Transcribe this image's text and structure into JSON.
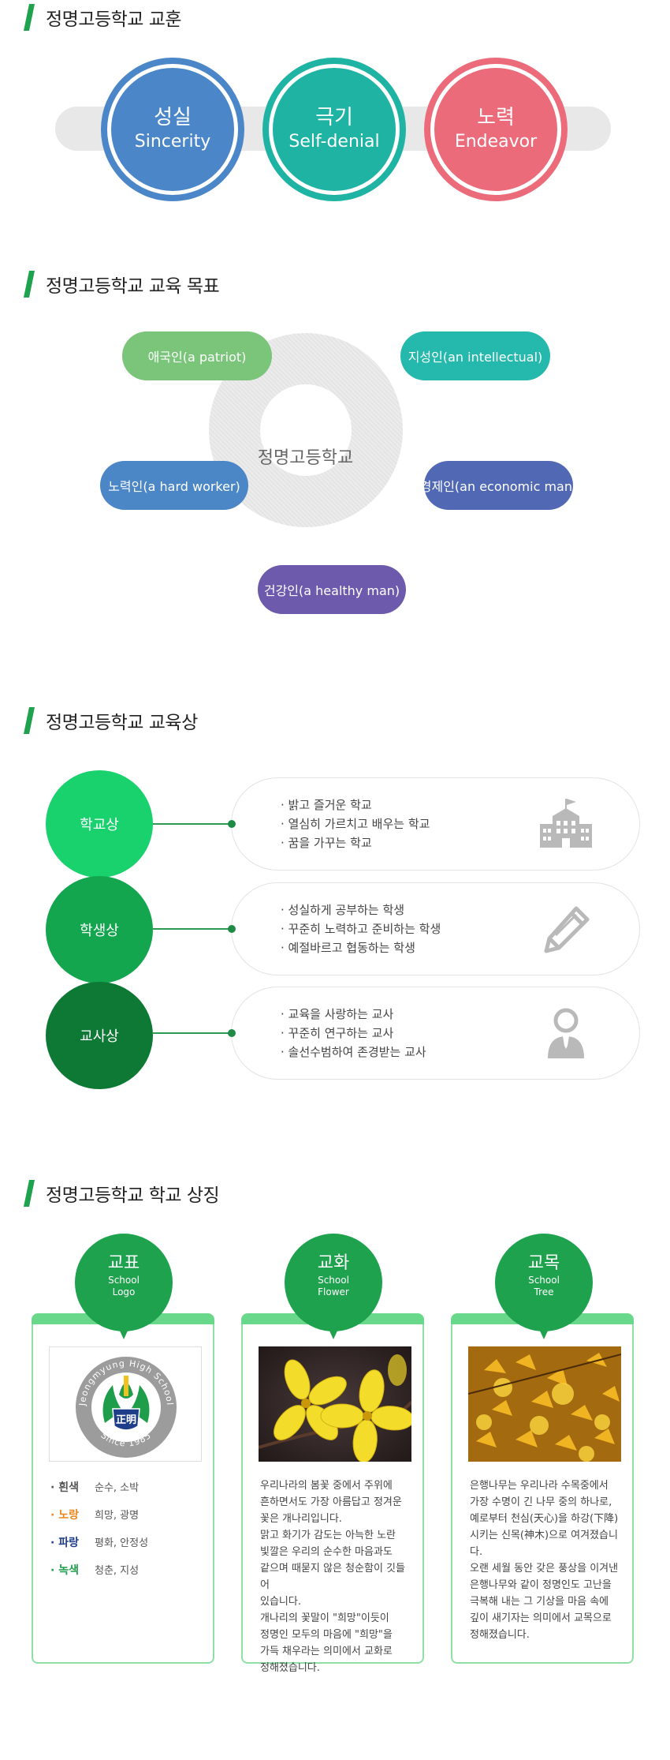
{
  "colors": {
    "accent_green": "#1ea24e",
    "motto_sincerity": "#4a86c8",
    "motto_selfdenial": "#1fb3a4",
    "motto_endeavor": "#ec6b7a",
    "goal_patriot": "#7ac57a",
    "goal_intellectual": "#25b8ac",
    "goal_hardworker": "#4b86c6",
    "goal_economic": "#5168b5",
    "goal_healthy": "#6d5aad",
    "ideal_school": "#19d16d",
    "ideal_student": "#13a64f",
    "ideal_teacher": "#0d7934"
  },
  "motto": {
    "title": "정명고등학교 교훈",
    "items": [
      {
        "ko": "성실",
        "en": "Sincerity"
      },
      {
        "ko": "극기",
        "en": "Self-denial"
      },
      {
        "ko": "노력",
        "en": "Endeavor"
      }
    ]
  },
  "goals": {
    "title": "정명고등학교 교육 목표",
    "center": "정명고등학교",
    "patriot": "애국인(a patriot)",
    "intellectual": "지성인(an intellectual)",
    "hard_worker": "노력인(a hard worker)",
    "economic": "경제인(an economic man)",
    "healthy": "건강인(a healthy man)"
  },
  "ideals": {
    "title": "정명고등학교 교육상",
    "items": [
      {
        "label": "학교상",
        "icon": "school-building-icon",
        "lines": [
          "· 밝고 즐거운 학교",
          "· 열심히 가르치고 배우는 학교",
          "· 꿈을 가꾸는 학교"
        ]
      },
      {
        "label": "학생상",
        "icon": "pencil-icon",
        "lines": [
          "· 성실하게 공부하는 학생",
          "· 꾸준히 노력하고 준비하는 학생",
          "· 예절바르고 협동하는 학생"
        ]
      },
      {
        "label": "교사상",
        "icon": "teacher-person-icon",
        "lines": [
          "· 교육을 사랑하는 교사",
          "· 꾸준히 연구하는 교사",
          "· 솔선수범하여 존경받는 교사"
        ]
      }
    ]
  },
  "symbols": {
    "title": "정명고등학교 학교 상징",
    "logo": {
      "ko": "교표",
      "en1": "School",
      "en2": "Logo",
      "ring_text": "Jeongmyung High School",
      "since": "Since 1985",
      "badge": "正明",
      "colors": [
        {
          "name": "· 흰색",
          "desc": "순수, 소박",
          "color": "#555555"
        },
        {
          "name": "· 노랑",
          "desc": "희망, 광명",
          "color": "#e8881a"
        },
        {
          "name": "· 파랑",
          "desc": "평화, 안정성",
          "color": "#1f3e8a"
        },
        {
          "name": "· 녹색",
          "desc": "청춘, 지성",
          "color": "#1e9e4a"
        }
      ]
    },
    "flower": {
      "ko": "교화",
      "en1": "School",
      "en2": "Flower",
      "text": "우리나라의 봄꽃 중에서 주위에\n흔하면서도 가장 아름답고 정겨운\n꽃은 개나리입니다.\n맑고 화기가 감도는 아늑한 노란\n빛깔은 우리의 순수한 마음과도\n같으며 때묻지 않은 청순함이 깃들어\n있습니다.\n개나리의 꽃말이 \"희망\"이듯이\n정명인 모두의 마음에 \"희망\"을\n가득 채우라는 의미에서 교화로\n정해졌습니다."
    },
    "tree": {
      "ko": "교목",
      "en1": "School",
      "en2": "Tree",
      "text": "은행나무는 우리나라 수목중에서\n가장 수명이 긴 나무 중의 하나로,\n예로부터 천심(天心)을 하강(下降)\n시키는 신목(神木)으로 여겨졌습니다.\n오랜 세월 동안 갖은 풍상을 이겨낸\n은행나무와 같이 정명인도 고난을\n극복해 내는 그 기상을 마음 속에\n깊이 새기자는 의미에서 교목으로\n정해졌습니다."
    }
  }
}
